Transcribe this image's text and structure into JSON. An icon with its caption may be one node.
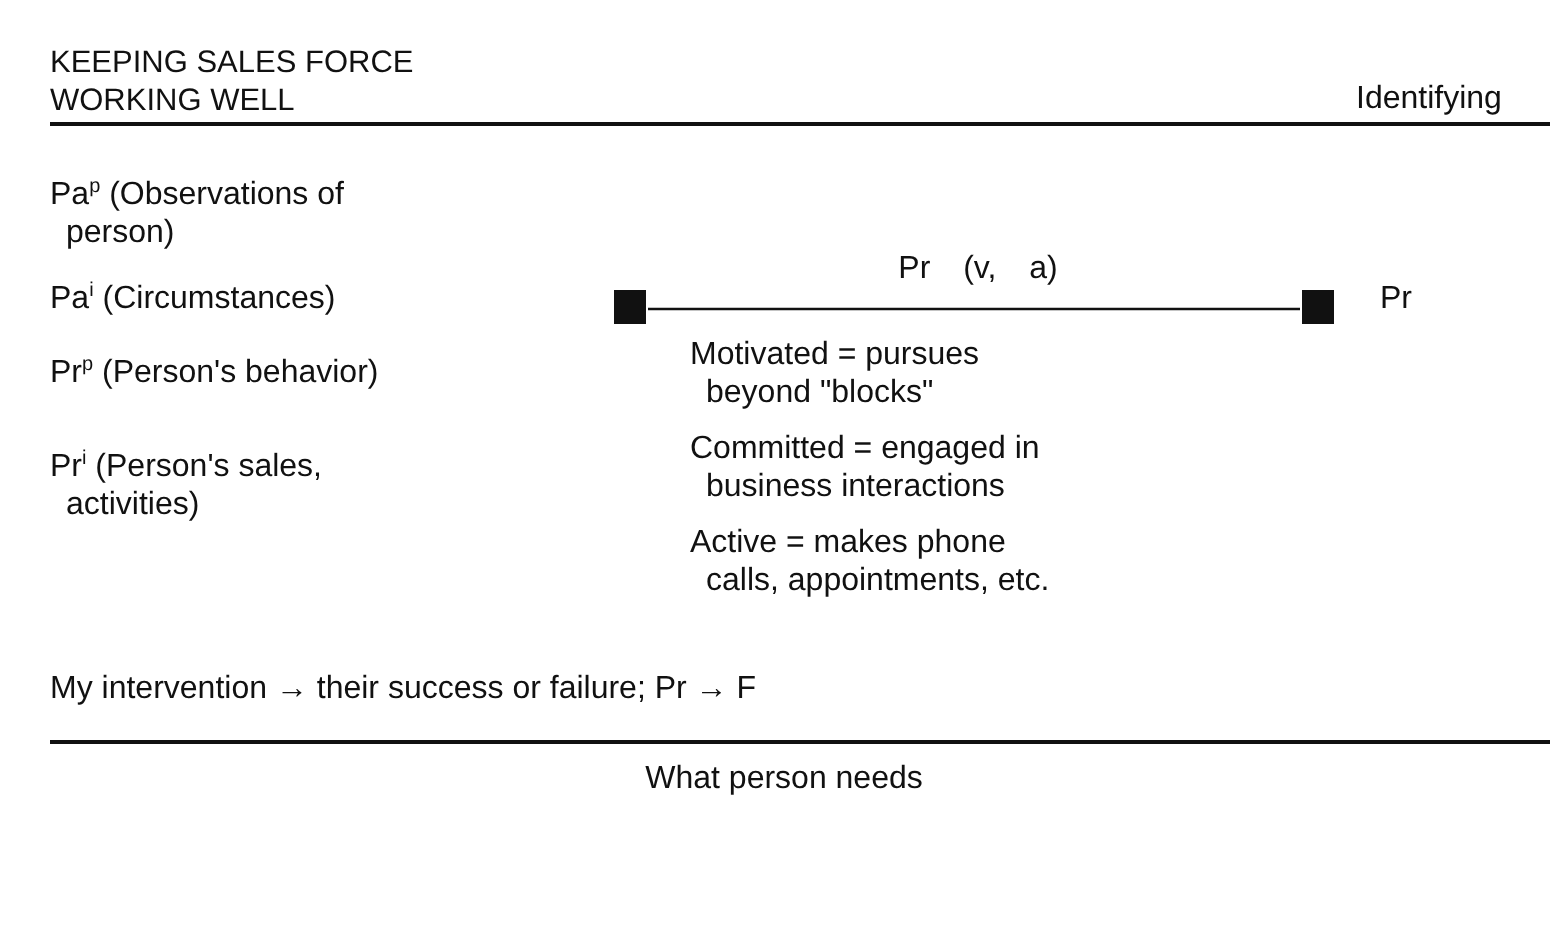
{
  "diagram": {
    "title": "KEEPING SALES FORCE WORKING WELL",
    "nodes": [
      {
        "text": [],
        "shape": "box"
      },
      {
        "text": [],
        "shape": "box"
      }
    ],
    "edges": [
      {
        "from": 0,
        "to": 1,
        "arrow": "none",
        "label": "Pr (v, a)"
      }
    ],
    "labels": [
      "Identifying",
      "Pa$^{p}$ (Observations of person)",
      "Pa$^{i}$ (Circumstances)",
      "Pr$^{p}$ (Person's behavior)",
      "Pr$^{i}$ (Person's sales, activities)",
      "Pr",
      "Motivated = pursues beyond \"blocks\"",
      "Committed = engaged in business interactions",
      "Active = makes phone calls, appointments, etc.",
      "My intervention → their success or failure; Pr → F",
      "What person needs"
    ]
  }
}
